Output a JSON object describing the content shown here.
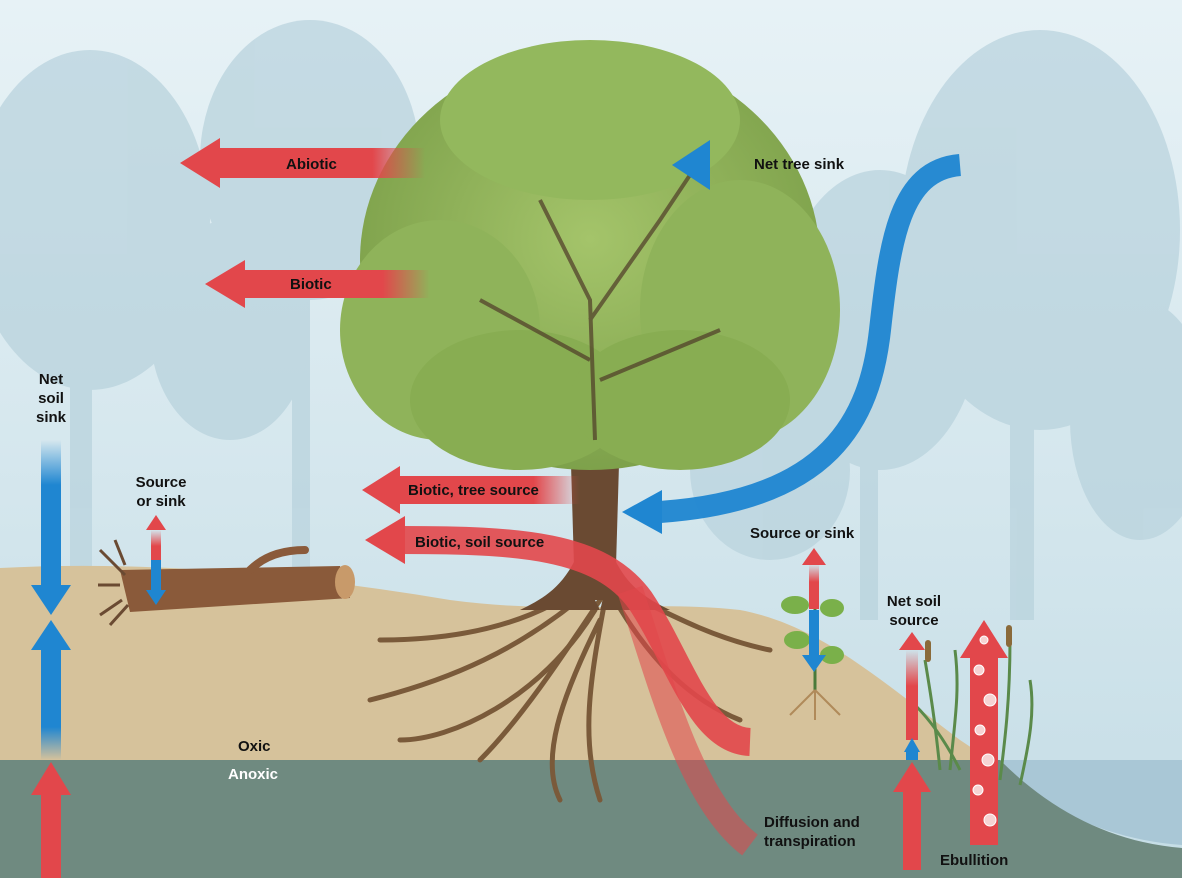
{
  "labels": {
    "abiotic": "Abiotic",
    "biotic": "Biotic",
    "net_tree_sink": "Net tree sink",
    "net_soil_sink": "Net\nsoil\nsink",
    "source_or_sink_log": "Source\nor sink",
    "biotic_tree_source": "Biotic, tree source",
    "biotic_soil_source": "Biotic, soil source",
    "source_or_sink_plant": "Source or sink",
    "net_soil_source": "Net soil\nsource",
    "oxic": "Oxic",
    "anoxic": "Anoxic",
    "diffusion_transpiration": "Diffusion and\ntranspiration",
    "ebullition": "Ebullition"
  },
  "colors": {
    "source_arrow": "#e2474b",
    "sink_arrow": "#1f86d1",
    "sky": "#d6e8ee",
    "oxic_soil": "#d6c29b",
    "anoxic_soil": "#6f8a80",
    "water": "#a9c7d6",
    "foliage": "#8fb35a",
    "trunk": "#6a4a32"
  }
}
